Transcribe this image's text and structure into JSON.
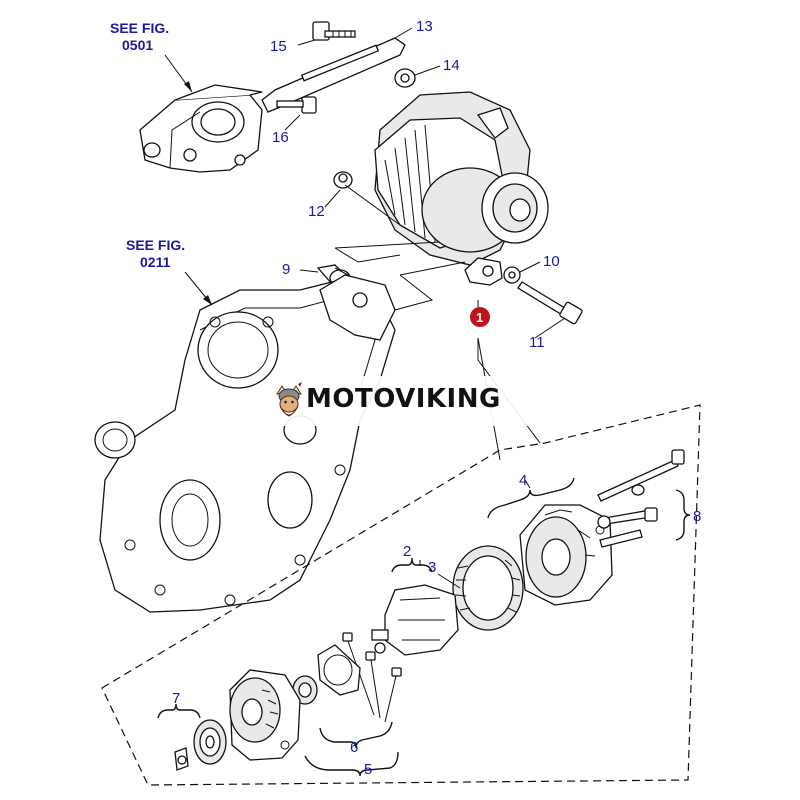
{
  "references": [
    {
      "id": "fig-0501",
      "line1": "SEE FIG.",
      "line2": "0501"
    },
    {
      "id": "fig-0211",
      "line1": "SEE FIG.",
      "line2": "0211"
    }
  ],
  "callouts": {
    "c1": "1",
    "c2": "2",
    "c3": "3",
    "c4": "4",
    "c5": "5",
    "c6": "6",
    "c7": "7",
    "c8": "8",
    "c9": "9",
    "c10": "10",
    "c11": "11",
    "c12": "12",
    "c13": "13",
    "c14": "14",
    "c15": "15",
    "c16": "16"
  },
  "watermark": {
    "text": "MOTOVIKING"
  },
  "colors": {
    "callout_text": "#1a1aa0",
    "assembly_marker": "#c0141c",
    "line": "#111111"
  }
}
